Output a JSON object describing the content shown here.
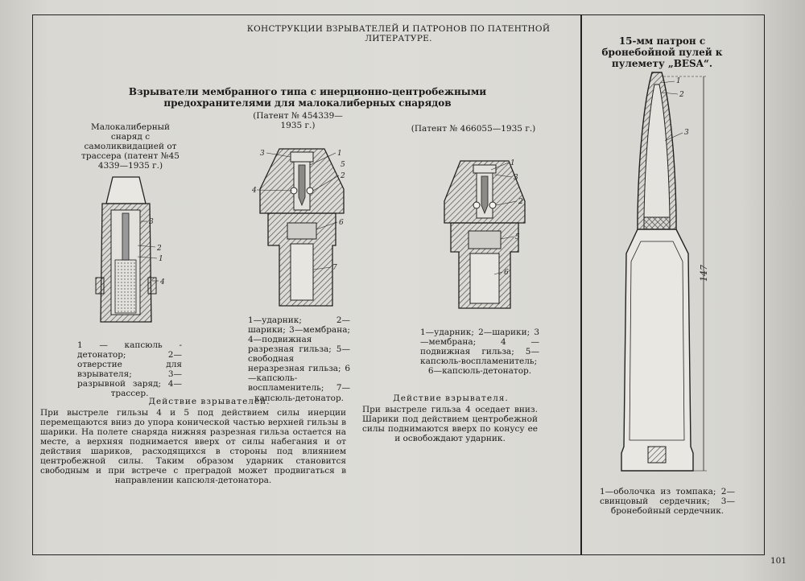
{
  "header": {
    "title": "КОНСТРУКЦИИ ВЗРЫВАТЕЛЕЙ И ПАТРОНОВ ПО ПАТЕНТНОЙ ЛИТЕРАТУРЕ."
  },
  "fuzes_section": {
    "title": "Взрыватели мембранного типа с инерционно-центробежными предохранителями для малокалиберных снарядов",
    "figure1": {
      "caption": "Малокалиберный снаряд с самоликвидацией от трассера (патент №45 4339—1935 г.)",
      "labels": [
        "3",
        "2",
        "1",
        "4"
      ],
      "legend": "1 — капсюль - детонатор; 2—отверстие для взрывателя; 3—разрывной заряд; 4—трассер."
    },
    "figure2": {
      "caption": "(Патент № 454339— 1935 г.)",
      "labels": [
        "3",
        "1",
        "5",
        "2",
        "4",
        "6",
        "7"
      ],
      "legend": "1—ударник; 2—шарики; 3—мембрана; 4—подвижная разрезная гильза; 5—свободная неразрезная гильза; 6—капсюль-воспламенитель; 7—капсюль-детонатор."
    },
    "figure3": {
      "caption": "(Патент № 466055—1935 г.)",
      "labels": [
        "1",
        "3",
        "2",
        "5",
        "6"
      ],
      "legend": "1—ударник; 2—шарики; 3—мембрана; 4 — подвижная гильза; 5—капсюль-воспламенитель; 6—капсюль-детонатор."
    },
    "action1": {
      "heading": "Действие взрывателей.",
      "text": "При выстреле гильзы 4 и 5 под действием силы инерции перемещаются вниз до упора конической частью верхней гильзы в шарики. На полете снаряда нижняя разрезная гильза остается на месте, а верхняя поднимается вверх от силы набегания и от действия шариков, расходящихся в стороны под влиянием центробежной силы. Таким образом ударник становится свободным и при встрече с преградой может продвигаться в направлении капсюля-детонатора."
    },
    "action2": {
      "heading": "Действие взрывателя.",
      "text": "При выстреле гильза 4 оседает вниз. Шарики под действием центробежной силы поднимаются вверх по конусу ее и освобождают ударник."
    }
  },
  "cartridge_section": {
    "title": "15-мм патрон с бронебойной пулей к пулемету „BESA“.",
    "labels": [
      "1",
      "2",
      "3"
    ],
    "dimension": "147",
    "legend": "1—оболочка из томпака; 2—свинцовый сердечник; 3—бронебойный сердечник."
  },
  "page_number": "101",
  "colors": {
    "paper": "#dddcd6",
    "ink": "#1a1a1a",
    "hatch": "#444444"
  }
}
